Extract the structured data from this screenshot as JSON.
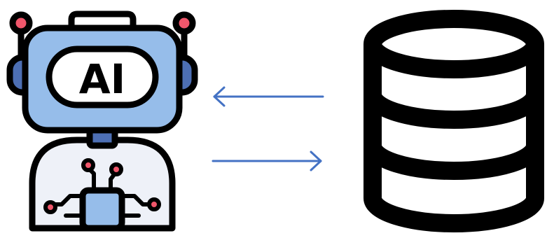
{
  "diagram": {
    "nodes": [
      {
        "id": "ai-robot",
        "icon": "robot-ai-icon",
        "badge_text": "AI"
      },
      {
        "id": "database",
        "icon": "database-icon"
      }
    ],
    "edges": [
      {
        "from": "database",
        "to": "ai-robot",
        "direction": "left"
      },
      {
        "from": "ai-robot",
        "to": "database",
        "direction": "right"
      }
    ]
  },
  "colors": {
    "outline": "#000000",
    "robot_blue_light": "#96bdea",
    "robot_blue_mid": "#6f9fdc",
    "robot_blue_dark": "#4d6fb4",
    "robot_body": "#eef1f8",
    "antenna_red": "#f0566b",
    "arrow_blue": "#4472c4",
    "background": "#ffffff"
  }
}
